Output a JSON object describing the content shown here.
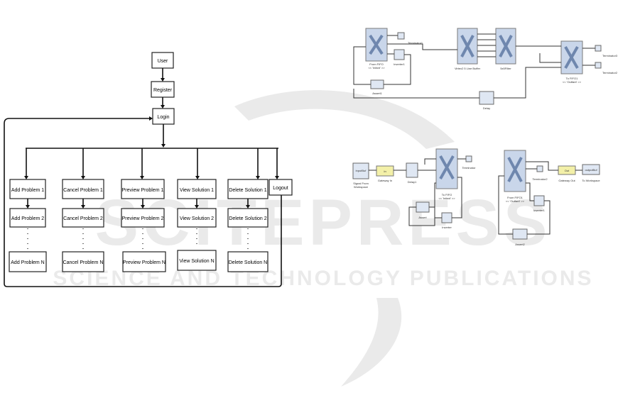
{
  "flow": {
    "user": "User",
    "register": "Register",
    "login": "Login",
    "logout": "Logout",
    "columns": [
      {
        "items": [
          "Add Problem 1",
          "Add Problem 2",
          "Add Problem N"
        ]
      },
      {
        "items": [
          "Cancel Problem 1",
          "Cancel Problem 2",
          "Cancel Problem N"
        ]
      },
      {
        "items": [
          "Preview Problem 1",
          "Preview Problem 2",
          "Preview Problem N"
        ]
      },
      {
        "items": [
          "View Solution 1",
          "View Solution 2",
          "View Solution N"
        ]
      },
      {
        "items": [
          "Delete Solution 1",
          "Delete Solution 2",
          "Delete Solution N"
        ]
      }
    ]
  },
  "sim_top": {
    "from_fifo": "From FIFO\n<< 'Infant' >>",
    "inverter1": "Inverter1",
    "terminator1": "Terminator1",
    "assert1": "Assert1",
    "line_buffer": "Virtex2 5 Line Buffer",
    "filter": "5x5Filter",
    "to_fifo": "To FIFO1\n<< 'Outfant' >>",
    "terminator3": "Terminator3",
    "terminator2": "Terminator2",
    "delay": "Delay"
  },
  "sim_bottom": {
    "signal_from_ws": "Signal From\nWorkspace",
    "gateway_in": "Gateway In",
    "gateway_in_text": "In",
    "delay1": "Delay1",
    "to_fifo": "To FIFO\n<< 'Infant' >>",
    "terminator": "Terminator",
    "assert": "Assert",
    "inverter": "Inverter",
    "from_fifo1": "From FIFO1\n<< 'Outfant' >>",
    "terminator2": "Terminator2",
    "gateway_out": "Gateway Out",
    "gateway_out_text": "Out",
    "to_workspace": "To Workspace",
    "out_buf": "outputBuf",
    "in_buf": "inputBuf",
    "inverter1": "Inverter1",
    "assert2": "Assert2"
  },
  "watermark": {
    "main": "SCITEPRESS",
    "sub": "SCIENCE AND TECHNOLOGY PUBLICATIONS"
  }
}
